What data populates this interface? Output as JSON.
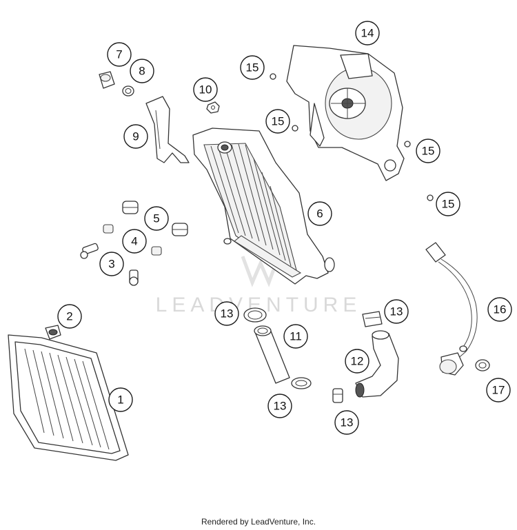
{
  "watermark": "LEADVENTURE",
  "footer": "Rendered by LeadVenture, Inc.",
  "callouts": [
    "1",
    "2",
    "3",
    "4",
    "5",
    "6",
    "7",
    "8",
    "9",
    "10",
    "11",
    "12",
    "13",
    "13",
    "13",
    "13",
    "14",
    "15",
    "15",
    "15",
    "15",
    "16",
    "17"
  ]
}
